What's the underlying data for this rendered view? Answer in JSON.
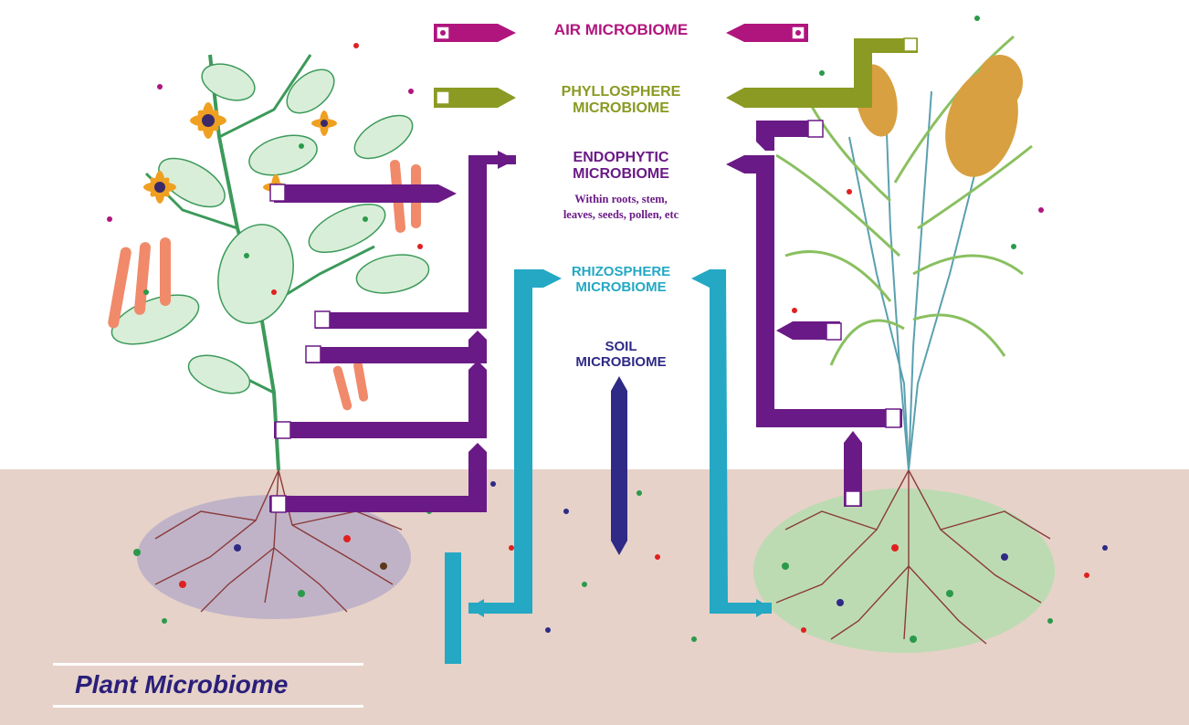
{
  "labels": {
    "air": "AIR MICROBIOME",
    "phyllosphere": "PHYLLOSPHERE\nMICROBIOME",
    "endophytic": "ENDOPHYTIC\nMICROBIOME",
    "endophytic_sub": "Within roots, stem,\nleaves, seeds, pollen, etc",
    "rhizosphere": "RHIZOSPHERE\nMICROBIOME",
    "soil": "SOIL\nMICROBIOME",
    "title": "Plant Microbiome"
  },
  "colors": {
    "air": "#b0157e",
    "phyllosphere": "#8a9a22",
    "endophytic": "#6a1a86",
    "rhizosphere": "#24a8c4",
    "soil": "#2e2a86",
    "title": "#2a1f7a",
    "ground": "#e6d2c8",
    "leaf": "#d8eed8",
    "stem": "#3c9a5a"
  }
}
